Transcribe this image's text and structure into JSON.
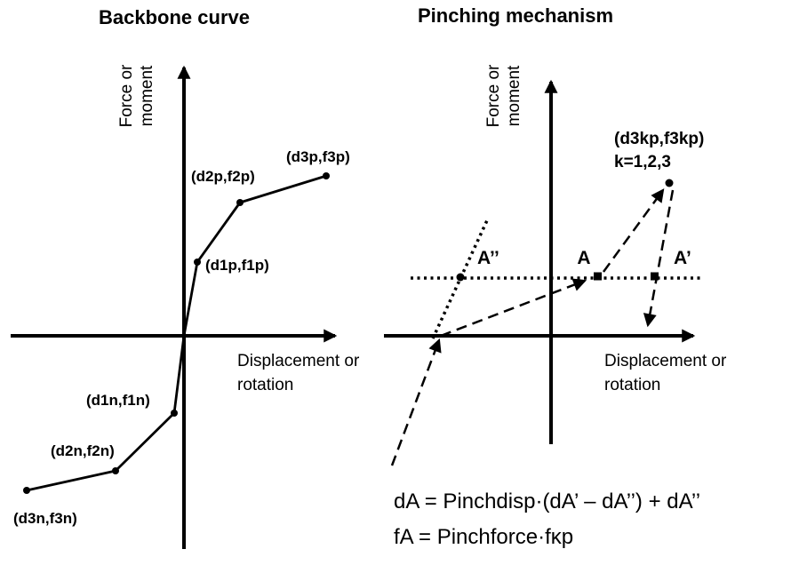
{
  "colors": {
    "ink": "#000000",
    "background": "#ffffff"
  },
  "diagram": {
    "left": {
      "title": "Backbone curve",
      "y_label": [
        "Force or",
        "moment"
      ],
      "x_label": [
        "Displacement or",
        "rotation"
      ],
      "labels": {
        "d3p": "(d3p,f3p)",
        "d2p": "(d2p,f2p)",
        "d1p": "(d1p,f1p)",
        "d1n": "(d1n,f1n)",
        "d2n": "(d2n,f2n)",
        "d3n": "(d3n,f3n)"
      }
    },
    "right": {
      "title": "Pinching mechanism",
      "y_label": [
        "Force or",
        "moment"
      ],
      "x_label": [
        "Displacement or",
        "rotation"
      ],
      "peak_label": [
        "(d3kp,f3kp)",
        "k=1,2,3"
      ],
      "points": {
        "a_dprime": "A’’",
        "a": "A",
        "a_prime": "A’"
      },
      "equations": [
        "dA = Pinchdisp·(dA’ – dA’’) + dA’’",
        "fA = Pinchforce·fκp"
      ]
    }
  }
}
